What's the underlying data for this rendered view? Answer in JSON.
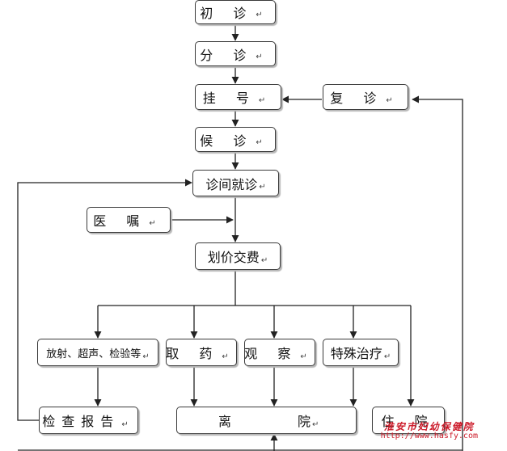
{
  "nodes": {
    "chuzhen": "初 诊",
    "fenzhen": "分 诊",
    "guahao": "挂 号",
    "fuzhen": "复 诊",
    "houzhen": "候 诊",
    "zhenjian": "诊间就诊",
    "yizhu": "医 嘱",
    "huajia": "划价交费",
    "jiancha": "放射、超声、检验等",
    "quyao": "取 药",
    "guancha": "观 察",
    "teshu": "特殊治疗",
    "baogao": "检查报告",
    "liyuan_a": "离",
    "liyuan_b": "院",
    "zhuyuan": "住 院"
  },
  "return_mark": "↵",
  "watermark": {
    "name": "淮安市妇幼保健院",
    "url": "http://www.hasfy.com"
  }
}
